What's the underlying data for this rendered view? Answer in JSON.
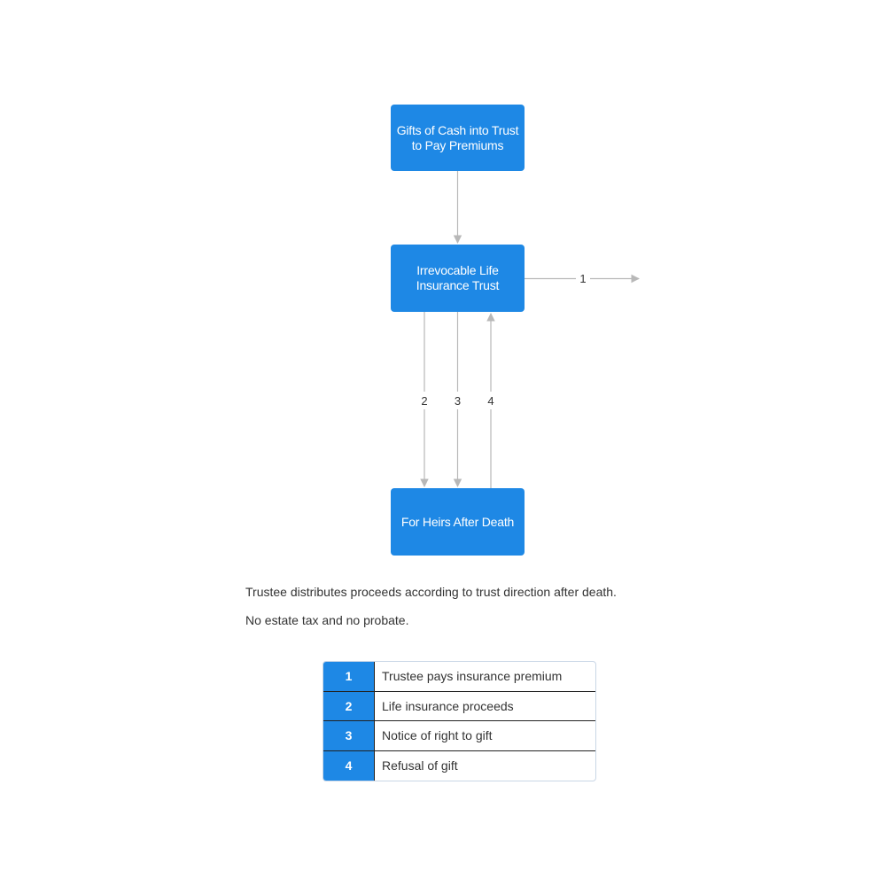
{
  "nodes": {
    "gifts": "Gifts of Cash into Trust\nto Pay Premiums",
    "trust": "Irrevocable Life\nInsurance Trust",
    "heirs": "For Heirs After Death"
  },
  "edge_labels": {
    "premium": "1",
    "proceeds": "2",
    "notice": "3",
    "refusal": "4"
  },
  "notes": [
    "Trustee distributes proceeds according to trust direction after death.",
    "No estate tax and no probate."
  ],
  "legend": [
    {
      "num": "1",
      "text": "Trustee pays insurance premium"
    },
    {
      "num": "2",
      "text": "Life insurance proceeds"
    },
    {
      "num": "3",
      "text": "Notice of right to gift"
    },
    {
      "num": "4",
      "text": "Refusal of gift"
    }
  ],
  "colors": {
    "node_fill": "#1e88e5",
    "node_text": "#ffffff",
    "connector": "#b8b8b8"
  }
}
